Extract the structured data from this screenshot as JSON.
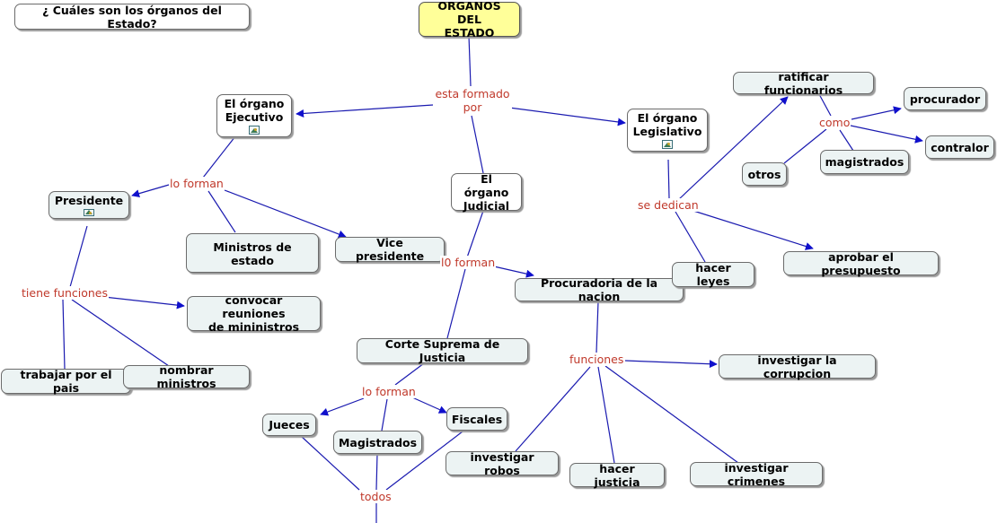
{
  "question": "¿ Cuáles son los órganos del Estado?",
  "root": "ORGANOS DEL\nESTADO",
  "concepts": {
    "ejecutivo": "El órgano\nEjecutivo",
    "legislativo": "El órgano\nLegislativo",
    "judicial": "El órgano\nJudicial",
    "presidente": "Presidente",
    "ministros_estado": "Ministros de estado",
    "vice_presidente": "Vice presidente",
    "convocar": "convocar reuniones\nde mininistros",
    "trabajar": "trabajar por el pais",
    "nombrar": "nombrar ministros",
    "corte": "Corte Suprema de Justicia",
    "jueces": "Jueces",
    "magistrados_corte": "Magistrados",
    "fiscales": "Fiscales",
    "procuraduria": "Procuradoria de la nacion",
    "investigar_corrupcion": "investigar la corrupcion",
    "investigar_robos": "investigar robos",
    "hacer_justicia": "hacer justicia",
    "investigar_crimenes": "investigar crimenes",
    "ratificar": "ratificar funcionarios",
    "procurador": "procurador",
    "contralor": "contralor",
    "otros": "otros",
    "magistrados_leg": "magistrados",
    "hacer_leyes": "hacer leyes",
    "aprobar": "aprobar el presupuesto"
  },
  "links": {
    "esta_formado": "esta formado\npor",
    "lo_forman_ejecutivo": "lo forman",
    "tiene_funciones": "tiene funciones",
    "lo_forman_judicial": "l0 forman",
    "lo_forman_corte": "lo forman",
    "todos": "todos",
    "funciones": "funciones",
    "se_dedican": "se dedican",
    "como": "como"
  },
  "colors": {
    "edge": "#1a1ab0",
    "arrow": "#1010cc",
    "link_text": "#c0392b",
    "root_fill": "#ffff99",
    "node_fill": "#ecf3f3"
  }
}
